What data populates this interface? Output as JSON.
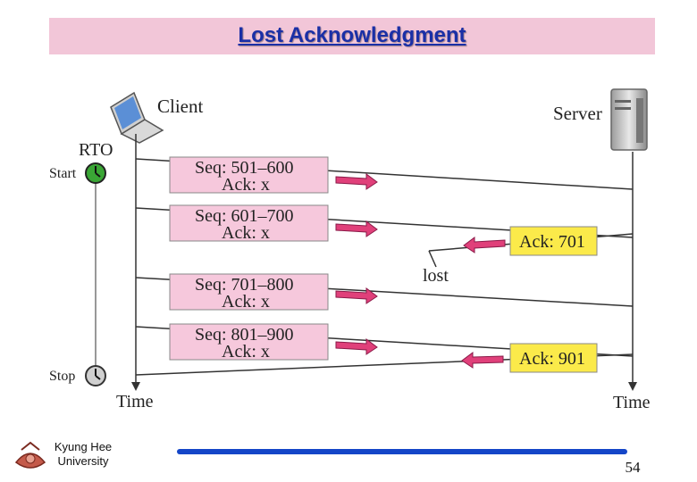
{
  "title": "Lost Acknowledgment",
  "actors": {
    "client": "Client",
    "server": "Server"
  },
  "timer": {
    "label": "RTO",
    "start": "Start",
    "stop": "Stop"
  },
  "time_labels": {
    "client": "Time",
    "server": "Time"
  },
  "segments": [
    {
      "seq": "Seq: 501–600",
      "ack": "Ack: x"
    },
    {
      "seq": "Seq: 601–700",
      "ack": "Ack: x"
    },
    {
      "seq": "Seq: 701–800",
      "ack": "Ack: x"
    },
    {
      "seq": "Seq: 801–900",
      "ack": "Ack: x"
    }
  ],
  "acks": [
    {
      "label": "Ack: 701",
      "status": "lost"
    },
    {
      "label": "Ack: 901",
      "status": "delivered"
    }
  ],
  "lost_label": "lost",
  "footer": {
    "university_line1": "Kyung Hee",
    "university_line2": "University",
    "page": "54"
  },
  "colors": {
    "segment_box": "#f6c8dc",
    "ack_box": "#fbea4a",
    "arrow": "#e0407a",
    "timer_green": "#3aa635",
    "footer_bar": "#1446c8",
    "title": "#1a2fa6"
  }
}
